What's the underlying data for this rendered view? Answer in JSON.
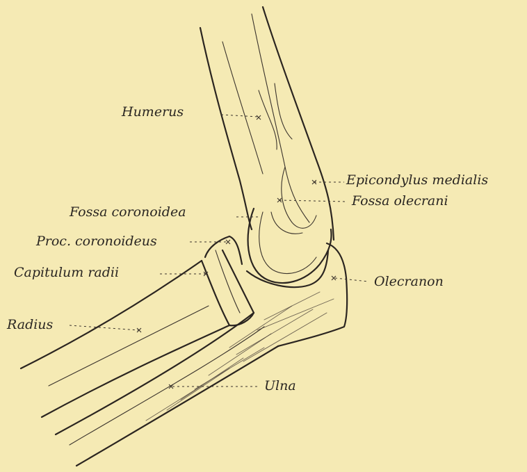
{
  "labels": {
    "humerus": "Humerus",
    "epicondylus_medialis": "Epicondylus medialis",
    "fossa_olecrani": "Fossa olecrani",
    "fossa_coronoidea": "Fossa coronoidea",
    "proc_coronoideus": "Proc. coronoideus",
    "capitulum_radii": "Capitulum radii",
    "olecranon": "Olecranon",
    "radius": "Radius",
    "ulna": "Ulna"
  }
}
